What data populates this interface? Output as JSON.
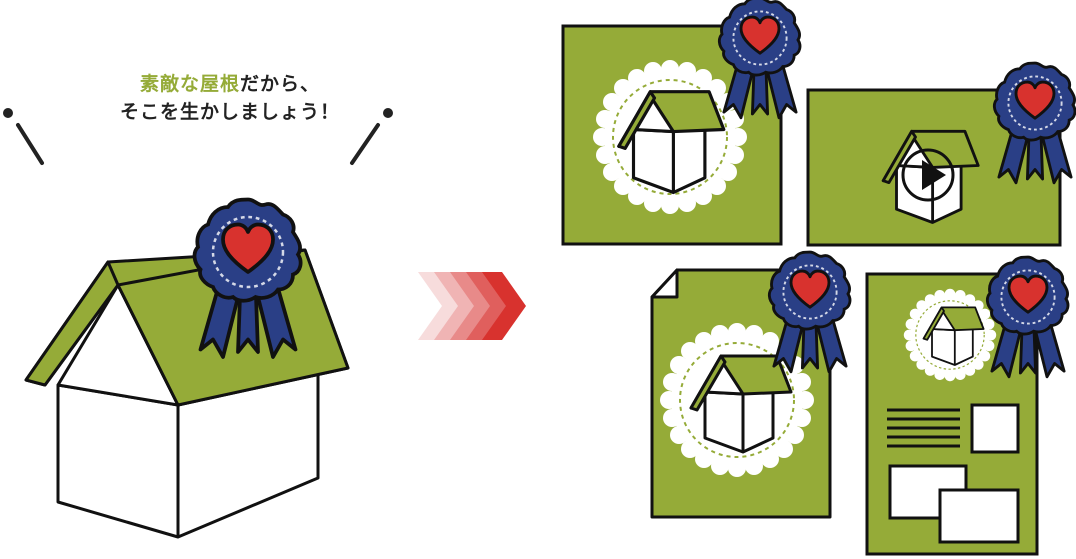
{
  "headline": {
    "highlight": "素敵な屋根",
    "rest_line1": "だから、",
    "line2": "そこを生かしましょう！"
  },
  "colors": {
    "roof_green": "#95ab38",
    "ribbon_navy": "#2a3f86",
    "heart_red": "#d8322e",
    "outline": "#1a1a1a",
    "arrow_gradient": [
      "#f6d7d7",
      "#d8322e"
    ]
  },
  "icons": [
    "house-icon",
    "award-ribbon-icon",
    "heart-icon",
    "play-icon",
    "chevron-arrow-icon",
    "document-icon"
  ]
}
